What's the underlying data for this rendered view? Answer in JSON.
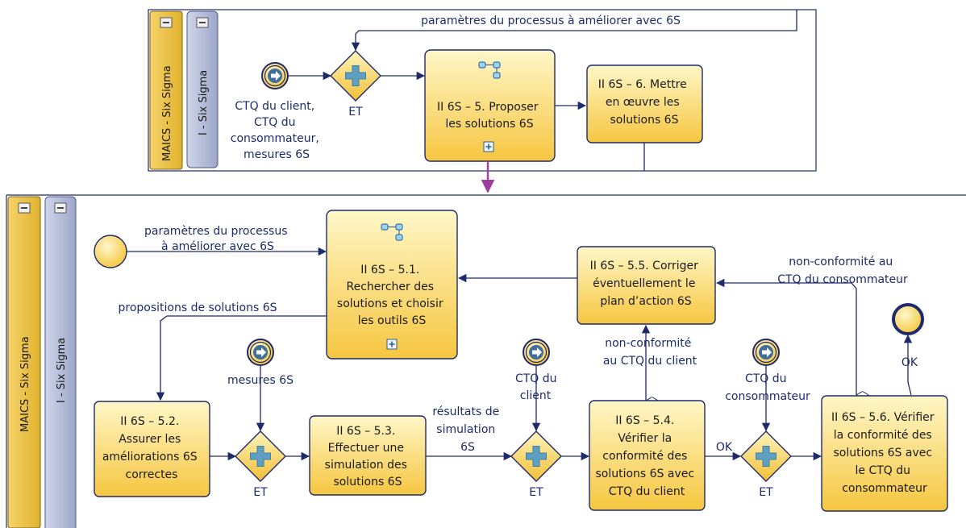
{
  "colors": {
    "task_fill_top": "#fff6c2",
    "task_fill_bottom": "#f7c942",
    "task_stroke": "#1f2a6a",
    "lane_fill": "#b8c0d8",
    "pool_fill": "#f4cf56",
    "edge": "#1f2a6a",
    "link_arrow": "#9b3e9e"
  },
  "top_pool": {
    "pool_label": "MAICS - Six Sigma",
    "lane_label": "I - Six Sigma",
    "incoming_flow_label": "paramètres du processus à améliorer avec 6S",
    "start_label": [
      "CTQ du client,",
      "CTQ du",
      "consommateur,",
      "mesures 6S"
    ],
    "gateway_label": "ET",
    "task_5": [
      "II 6S – 5. Proposer",
      "les solutions 6S"
    ],
    "task_6": [
      "II 6S – 6. Mettre",
      "en œuvre les",
      "solutions 6S"
    ]
  },
  "bottom_pool": {
    "pool_label": "MAICS - Six Sigma",
    "lane_label": "I - Six Sigma",
    "start_flow_label": [
      "paramètres du processus",
      "à améliorer avec 6S"
    ],
    "task_51": [
      "II 6S – 5.1.",
      "Rechercher des",
      "solutions et choisir",
      "les outils 6S"
    ],
    "task_55": [
      "II 6S – 5.5. Corriger",
      "éventuellement le",
      "plan d’action 6S"
    ],
    "flow_nc_consumer": [
      "non-conformité au",
      "CTQ du consommateur"
    ],
    "flow_proposals": "propositions de solutions 6S",
    "event_mesures": "mesures 6S",
    "event_ctq_client": [
      "CTQ du",
      "client"
    ],
    "flow_nc_client": [
      "non-conformité",
      "au CTQ du client"
    ],
    "event_ctq_consumer": [
      "CTQ du",
      "consommateur"
    ],
    "flow_ok_end": "OK",
    "task_52": [
      "II 6S – 5.2.",
      "Assurer les",
      "améliorations 6S",
      "correctes"
    ],
    "gateway_1": "ET",
    "task_53": [
      "II 6S – 5.3.",
      "Effectuer une",
      "simulation des",
      "solutions 6S"
    ],
    "flow_sim": [
      "résultats de",
      "simulation",
      "6S"
    ],
    "gateway_2": "ET",
    "task_54": [
      "II 6S – 5.4.",
      "Vérifier la",
      "conformité des",
      "solutions 6S avec",
      "CTQ du client"
    ],
    "flow_ok": "OK",
    "gateway_3": "ET",
    "task_56": [
      "II 6S – 5.6. Vérifier",
      "la conformité des",
      "solutions 6S avec",
      "le CTQ du",
      "consommateur"
    ]
  }
}
